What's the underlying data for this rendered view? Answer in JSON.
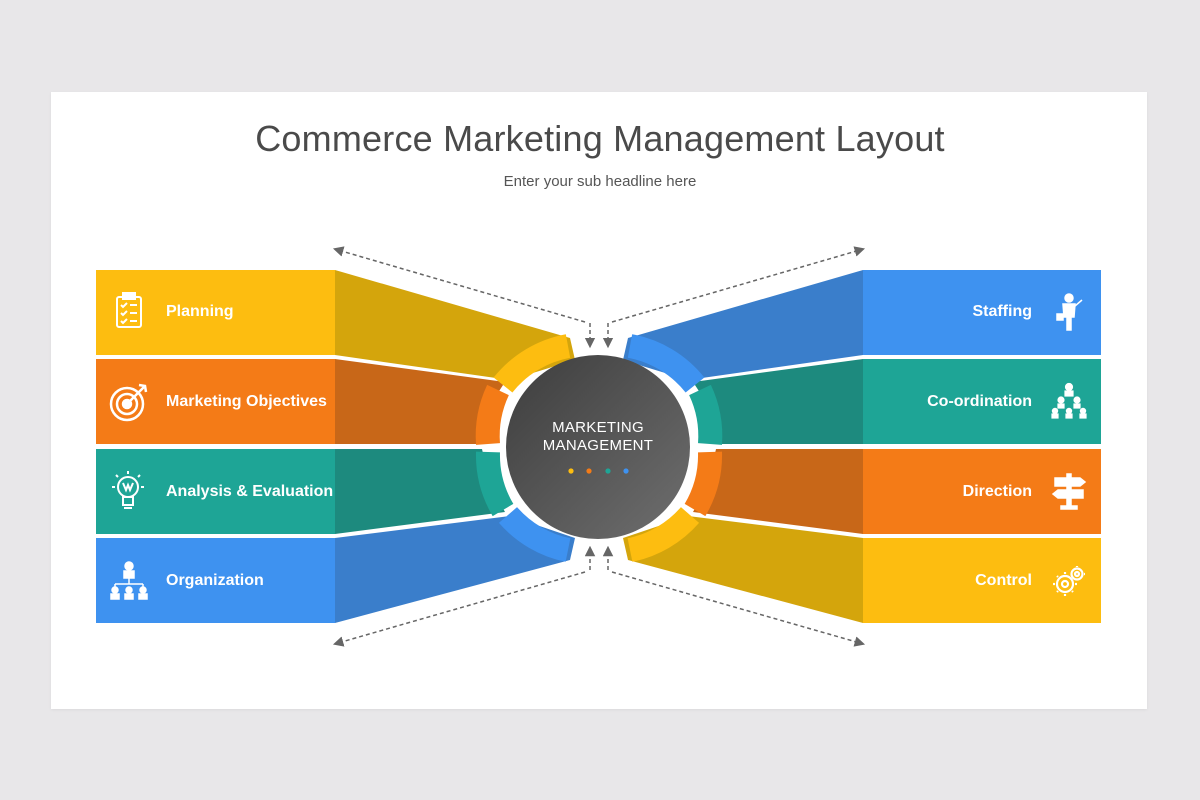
{
  "title": "Commerce Marketing Management Layout",
  "subtitle": "Enter your sub headline here",
  "center": {
    "line1": "MARKETING",
    "line2": "MANAGEMENT"
  },
  "colors": {
    "yellow": "#fdbd10",
    "yellow_dark": "#d4a50c",
    "orange": "#f47b17",
    "orange_dark": "#c86718",
    "teal": "#1ea596",
    "teal_dark": "#1d8a7e",
    "blue": "#3e92f0",
    "blue_dark": "#3a7ecb",
    "hub": "#4a4a4a"
  },
  "left_items": [
    {
      "label": "Planning",
      "icon": "clipboard-checklist-icon",
      "color": "yellow"
    },
    {
      "label": "Marketing Objectives",
      "icon": "target-arrow-icon",
      "color": "orange"
    },
    {
      "label": "Analysis & Evaluation",
      "icon": "lightbulb-idea-icon",
      "color": "teal"
    },
    {
      "label": "Organization",
      "icon": "org-chart-icon",
      "color": "blue"
    }
  ],
  "right_items": [
    {
      "label": "Staffing",
      "icon": "businessman-icon",
      "color": "blue"
    },
    {
      "label": "Co-ordination",
      "icon": "team-network-icon",
      "color": "teal"
    },
    {
      "label": "Direction",
      "icon": "signpost-icon",
      "color": "orange"
    },
    {
      "label": "Control",
      "icon": "gears-icon",
      "color": "yellow"
    }
  ]
}
